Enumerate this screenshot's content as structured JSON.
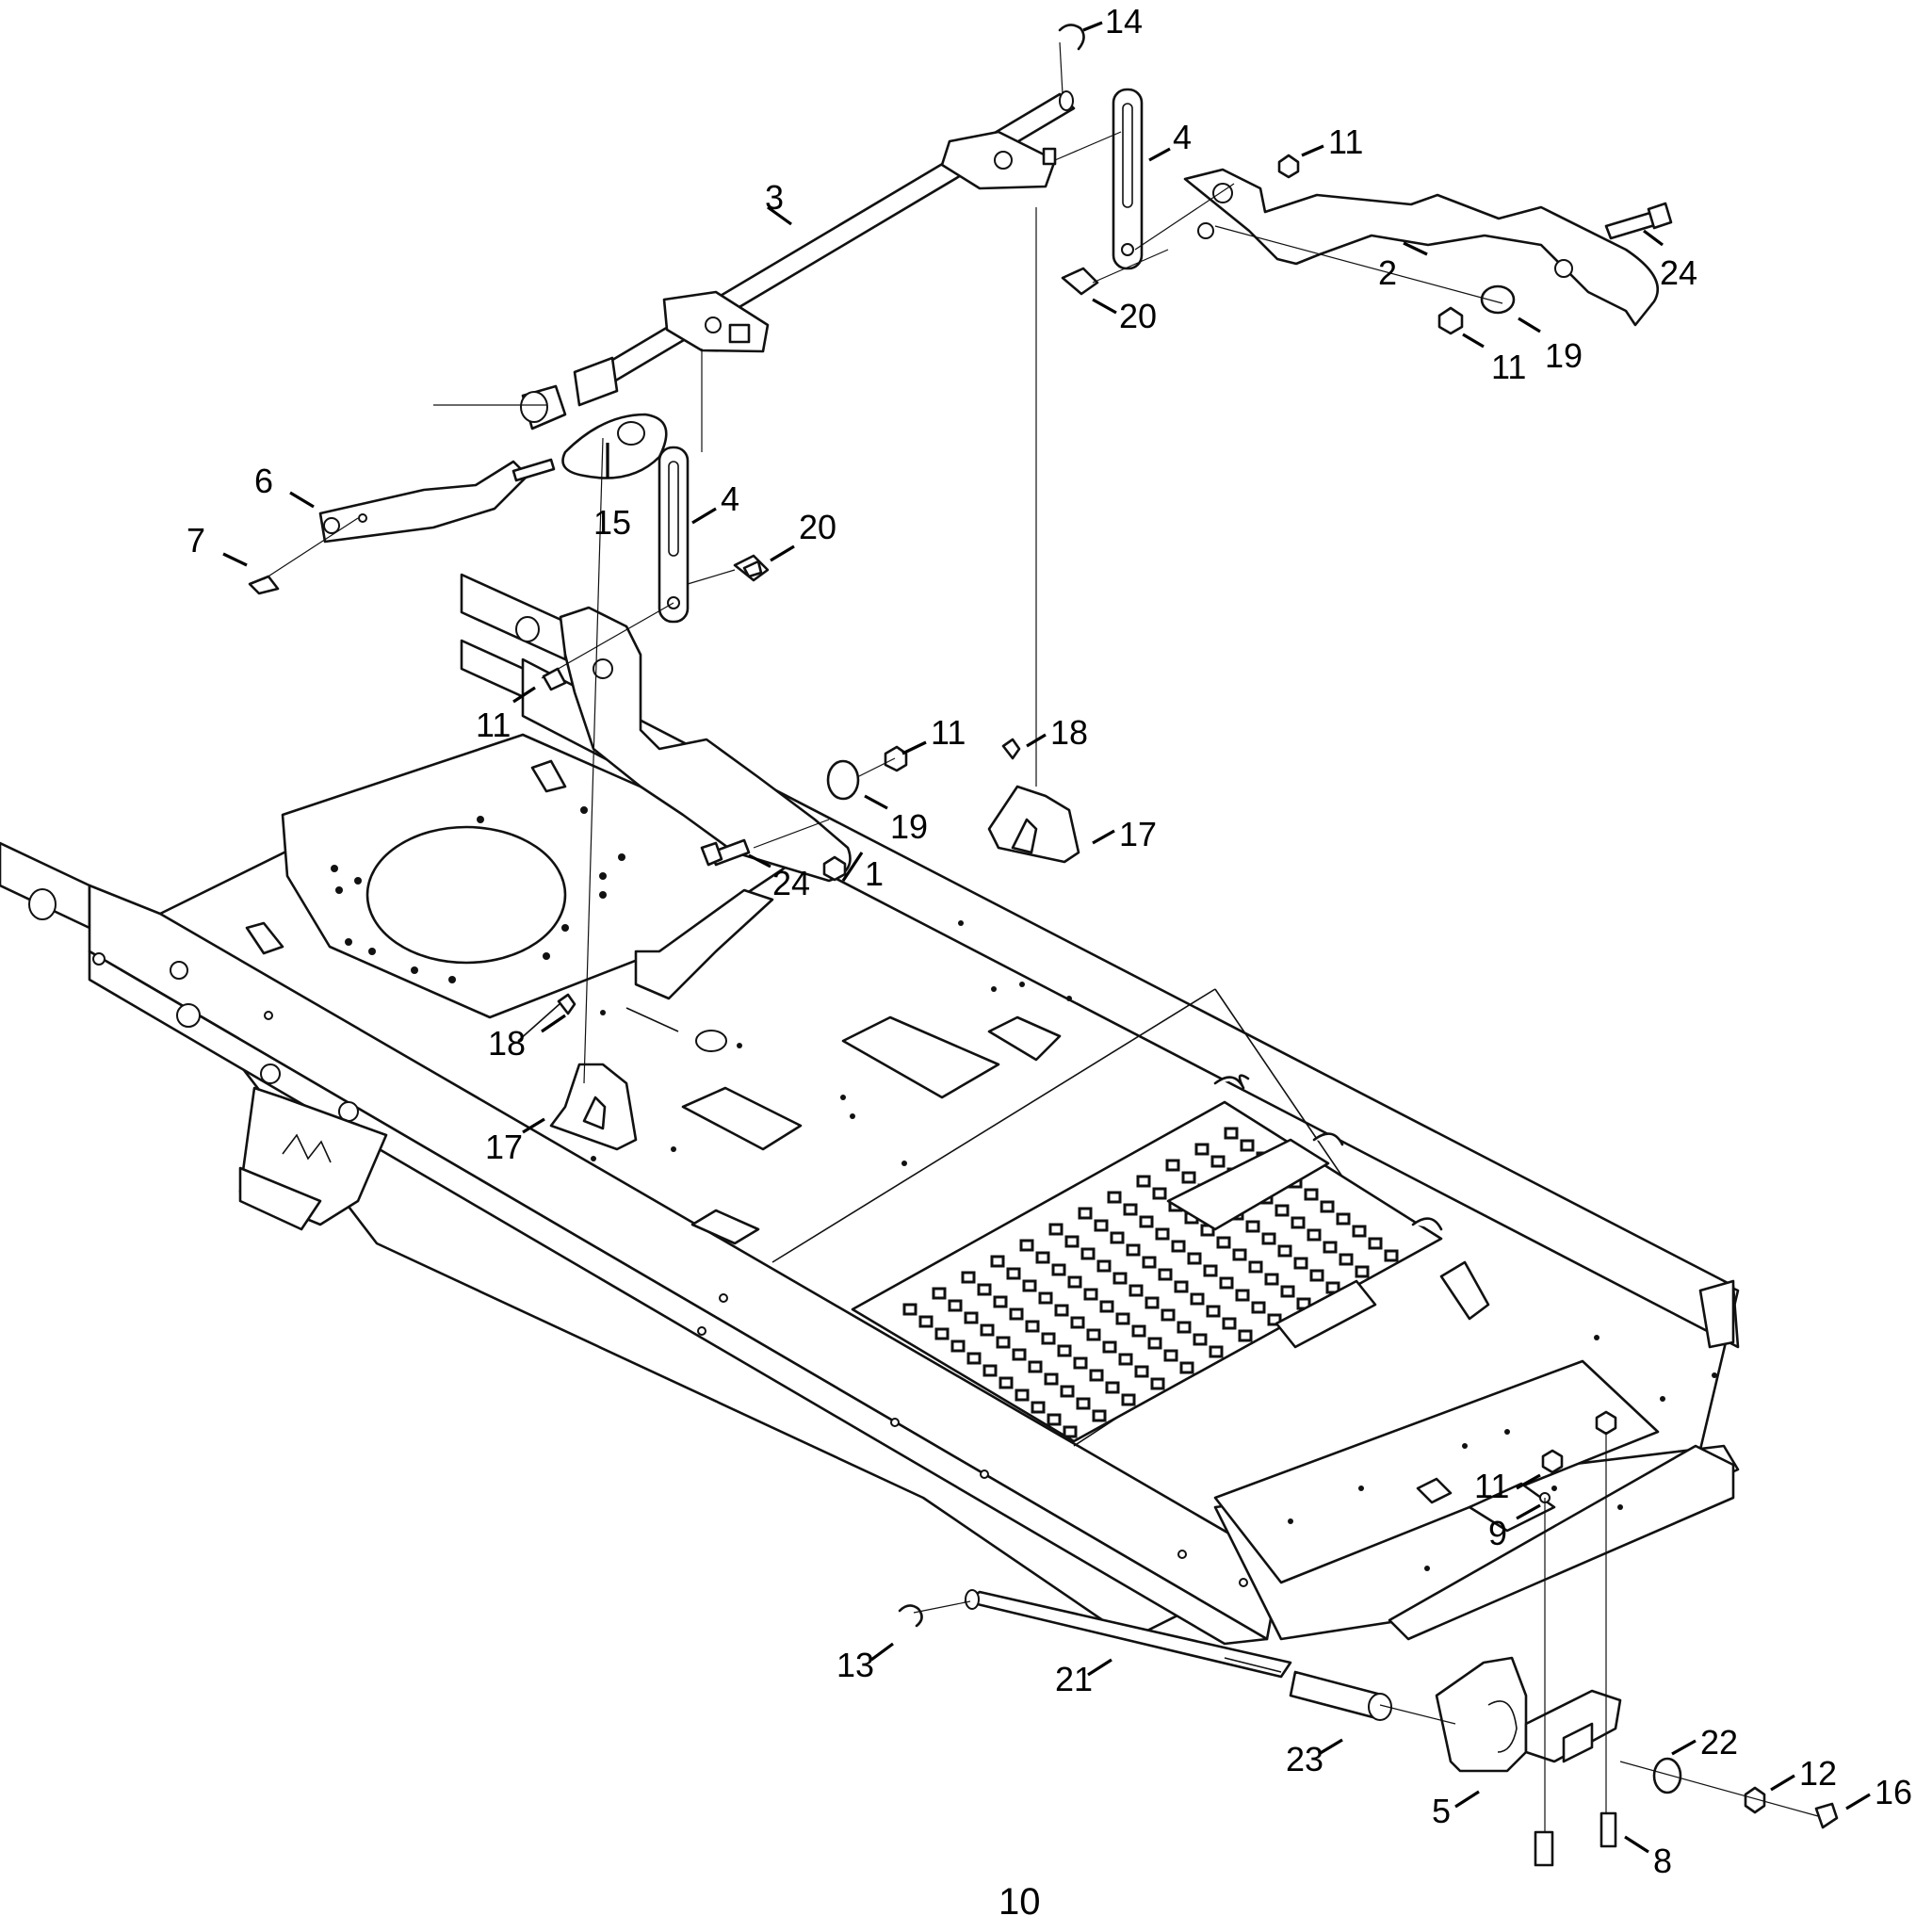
{
  "diagram": {
    "page_number": "10",
    "callouts": {
      "c1": "1",
      "c2": "2",
      "c3": "3",
      "c4a": "4",
      "c4b": "4",
      "c5": "5",
      "c6": "6",
      "c7": "7",
      "c8": "8",
      "c9": "9",
      "c11a": "11",
      "c11b": "11",
      "c11c": "11",
      "c11d": "11",
      "c11e": "11",
      "c12": "12",
      "c13": "13",
      "c14": "14",
      "c15": "15",
      "c16": "16",
      "c17a": "17",
      "c17b": "17",
      "c18a": "18",
      "c18b": "18",
      "c19a": "19",
      "c19b": "19",
      "c20a": "20",
      "c20b": "20",
      "c21": "21",
      "c22": "22",
      "c23": "23",
      "c24a": "24",
      "c24b": "24"
    }
  }
}
